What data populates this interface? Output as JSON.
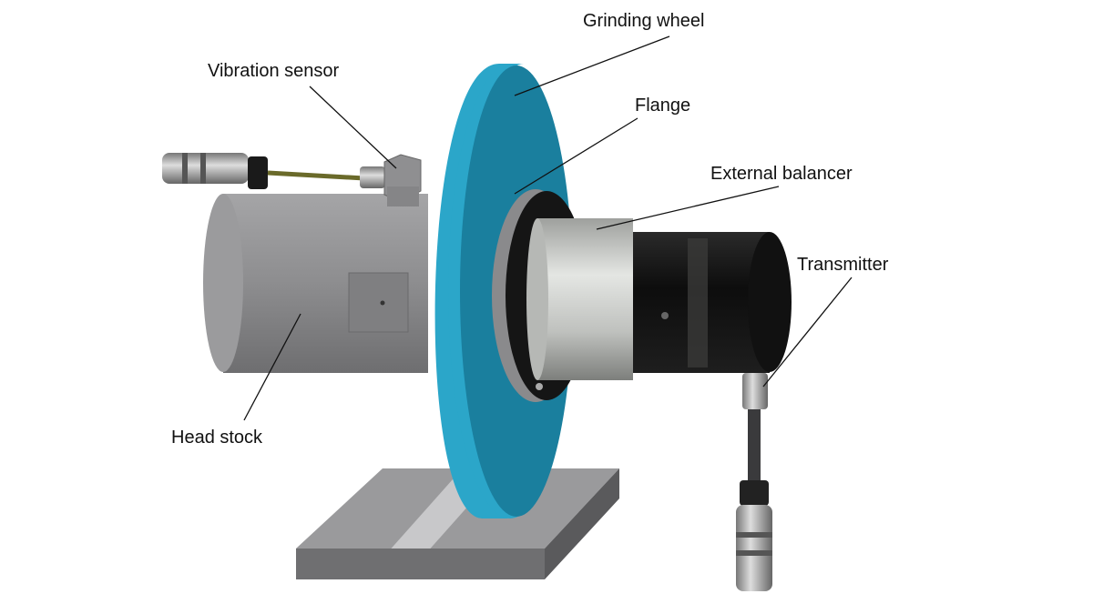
{
  "labels": {
    "grinding_wheel": "Grinding wheel",
    "vibration_sensor": "Vibration sensor",
    "flange": "Flange",
    "external_balancer": "External balancer",
    "transmitter": "Transmitter",
    "head_stock": "Head stock"
  },
  "colors": {
    "wheel_face": "#1a7f9e",
    "wheel_rim": "#2ba6c9",
    "head_stock": "#8e8e90",
    "balancer": "#c9cbc8",
    "transmitter": "#141414"
  }
}
